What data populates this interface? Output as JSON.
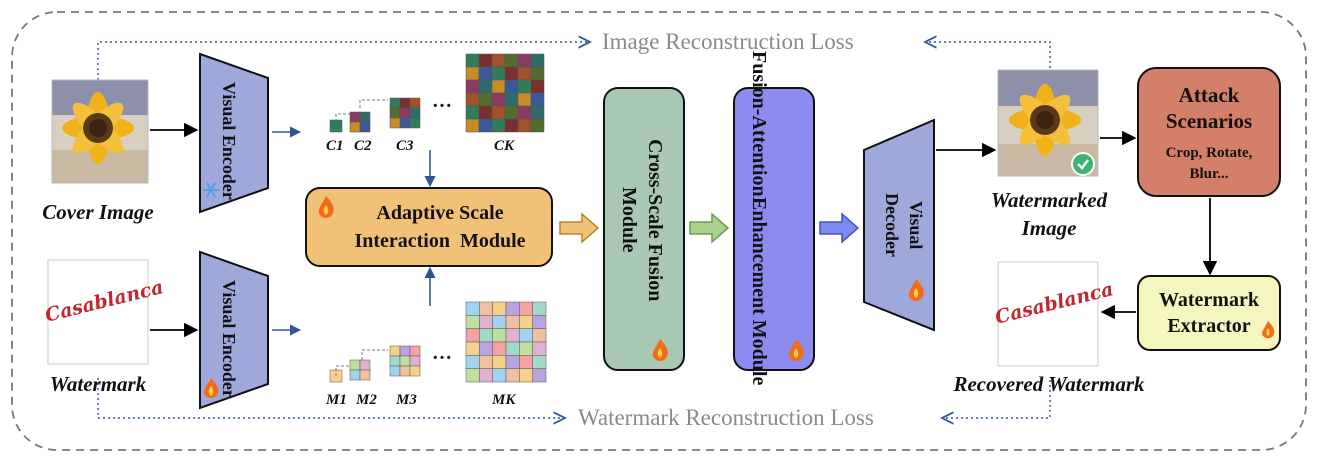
{
  "losses": {
    "image_loss": "Image Reconstruction Loss",
    "watermark_loss": "Watermark Reconstruction Loss"
  },
  "inputs": {
    "cover_label": "Cover Image",
    "watermark_label": "Watermark",
    "watermark_logo_text": "Casablanca"
  },
  "encoders": {
    "top_label": "Visual Encoder",
    "bottom_label": "Visual Encoder"
  },
  "features": {
    "c_labels": [
      "C1",
      "C2",
      "C3",
      "CK"
    ],
    "m_labels": [
      "M1",
      "M2",
      "M3",
      "MK"
    ],
    "ellipsis": "…"
  },
  "modules": {
    "adaptive_line1": "Adaptive Scale",
    "adaptive_line2": "Interaction  Module",
    "cross_scale": "Cross-Scale Fusion Module",
    "fusion_attention_line1": "Fusion-Attention",
    "fusion_attention_line2": "Enhancement Module",
    "decoder": "Visual Decoder"
  },
  "outputs": {
    "watermarked_line1": "Watermarked",
    "watermarked_line2": "Image",
    "recovered_label": "Recovered Watermark"
  },
  "attack": {
    "title_line1": "Attack",
    "title_line2": "Scenarios",
    "detail_line1": "Crop, Rotate,",
    "detail_line2": "Blur..."
  },
  "extractor": {
    "line1": "Watermark",
    "line2": "Extractor"
  },
  "colors": {
    "encoder_fill": "#9fa8da",
    "adaptive_fill": "#f2c178",
    "cross_scale_fill": "#a9c8b4",
    "fusion_attention_fill": "#8c8cf0",
    "attack_fill": "#d47f6a",
    "extractor_fill": "#f5f5c0",
    "flow_arrow_blue": "#2f5597",
    "loss_line": "#2f5597"
  }
}
